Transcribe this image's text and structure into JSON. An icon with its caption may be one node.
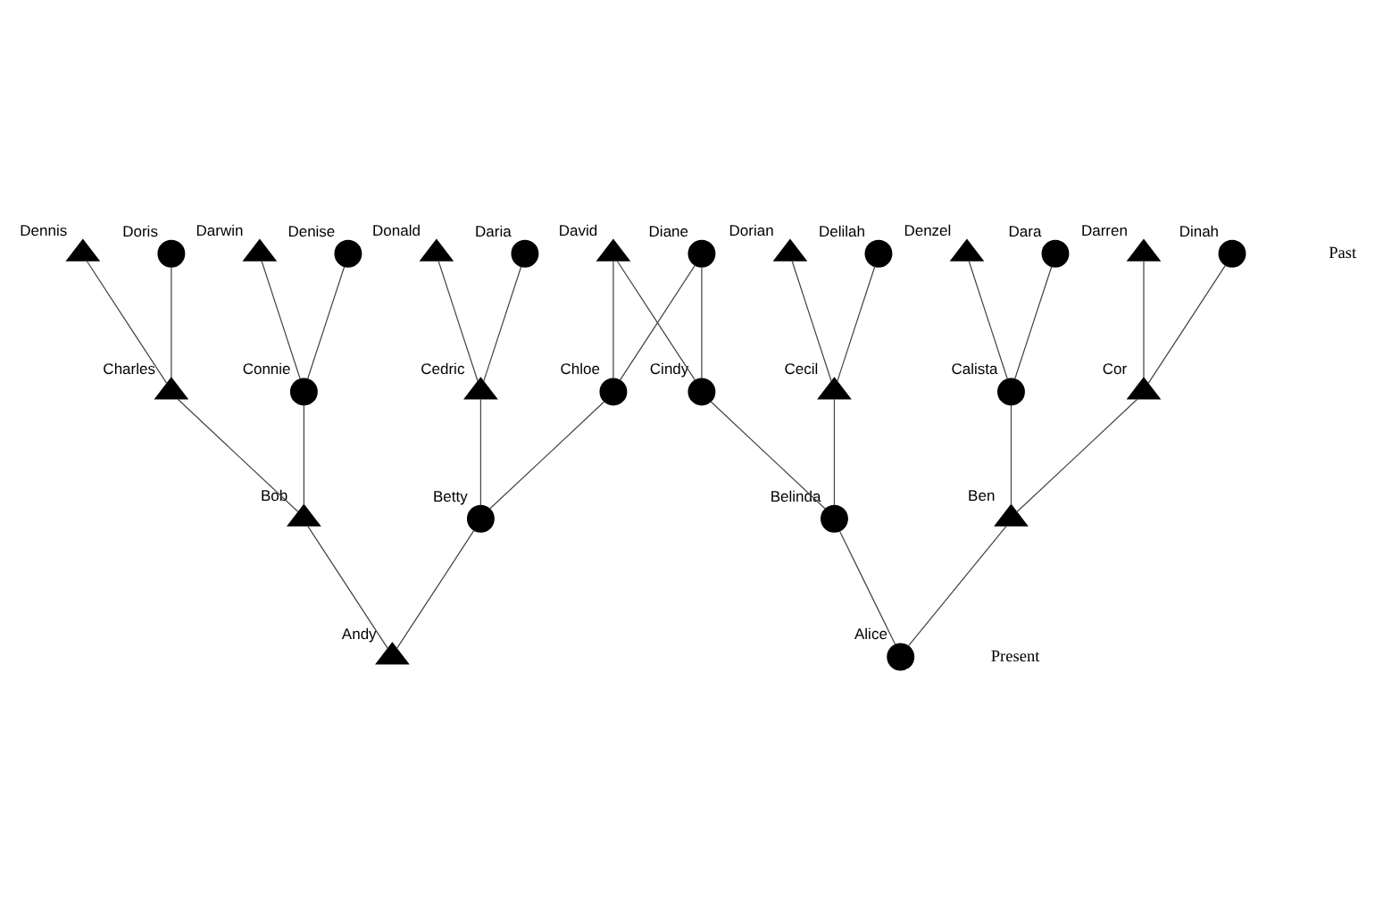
{
  "diagram": {
    "nodes": [
      {
        "text": [],
        "shape": "triangle",
        "beside": [
          "Dennis"
        ]
      },
      {
        "text": [],
        "shape": "circle",
        "beside": [
          "Doris"
        ]
      },
      {
        "text": [],
        "shape": "triangle",
        "beside": [
          "Darwin"
        ]
      },
      {
        "text": [],
        "shape": "circle",
        "beside": [
          "Denise"
        ]
      },
      {
        "text": [],
        "shape": "triangle",
        "beside": [
          "Donald"
        ]
      },
      {
        "text": [],
        "shape": "circle",
        "beside": [
          "Daria"
        ]
      },
      {
        "text": [],
        "shape": "triangle",
        "beside": [
          "David"
        ]
      },
      {
        "text": [],
        "shape": "circle",
        "beside": [
          "Diane"
        ]
      },
      {
        "text": [],
        "shape": "triangle",
        "beside": [
          "Dorian"
        ]
      },
      {
        "text": [],
        "shape": "circle",
        "beside": [
          "Delilah"
        ]
      },
      {
        "text": [],
        "shape": "triangle",
        "beside": [
          "Denzel"
        ]
      },
      {
        "text": [],
        "shape": "circle",
        "beside": [
          "Dara"
        ]
      },
      {
        "text": [],
        "shape": "triangle",
        "beside": [
          "Darren"
        ]
      },
      {
        "text": [],
        "shape": "circle",
        "beside": [
          "Dinah"
        ]
      },
      {
        "text": [],
        "shape": "triangle",
        "beside": [
          "Charles"
        ]
      },
      {
        "text": [],
        "shape": "circle",
        "beside": [
          "Connie"
        ]
      },
      {
        "text": [],
        "shape": "triangle",
        "beside": [
          "Cedric"
        ]
      },
      {
        "text": [],
        "shape": "circle",
        "beside": [
          "Chloe"
        ]
      },
      {
        "text": [],
        "shape": "circle",
        "beside": [
          "Cindy"
        ]
      },
      {
        "text": [],
        "shape": "triangle",
        "beside": [
          "Cecil"
        ]
      },
      {
        "text": [],
        "shape": "circle",
        "beside": [
          "Calista"
        ]
      },
      {
        "text": [],
        "shape": "triangle",
        "beside": [
          "Cor"
        ]
      },
      {
        "text": [],
        "shape": "triangle",
        "beside": [
          "Bob"
        ]
      },
      {
        "text": [],
        "shape": "circle",
        "beside": [
          "Betty"
        ]
      },
      {
        "text": [],
        "shape": "circle",
        "beside": [
          "Belinda"
        ]
      },
      {
        "text": [],
        "shape": "triangle",
        "beside": [
          "Ben"
        ]
      },
      {
        "text": [],
        "shape": "triangle",
        "beside": [
          "Andy"
        ]
      },
      {
        "text": [],
        "shape": "circle",
        "beside": [
          "Alice"
        ]
      }
    ],
    "edges": [
      {
        "from": 0,
        "to": 14,
        "arrow": "none"
      },
      {
        "from": 1,
        "to": 14,
        "arrow": "none"
      },
      {
        "from": 2,
        "to": 15,
        "arrow": "none"
      },
      {
        "from": 3,
        "to": 15,
        "arrow": "none"
      },
      {
        "from": 4,
        "to": 16,
        "arrow": "none"
      },
      {
        "from": 5,
        "to": 16,
        "arrow": "none"
      },
      {
        "from": 6,
        "to": 17,
        "arrow": "none"
      },
      {
        "from": 7,
        "to": 17,
        "arrow": "none"
      },
      {
        "from": 6,
        "to": 18,
        "arrow": "none"
      },
      {
        "from": 7,
        "to": 18,
        "arrow": "none"
      },
      {
        "from": 8,
        "to": 19,
        "arrow": "none"
      },
      {
        "from": 9,
        "to": 19,
        "arrow": "none"
      },
      {
        "from": 10,
        "to": 20,
        "arrow": "none"
      },
      {
        "from": 11,
        "to": 20,
        "arrow": "none"
      },
      {
        "from": 12,
        "to": 21,
        "arrow": "none"
      },
      {
        "from": 13,
        "to": 21,
        "arrow": "none"
      },
      {
        "from": 14,
        "to": 22,
        "arrow": "none"
      },
      {
        "from": 15,
        "to": 22,
        "arrow": "none"
      },
      {
        "from": 16,
        "to": 23,
        "arrow": "none"
      },
      {
        "from": 17,
        "to": 23,
        "arrow": "none"
      },
      {
        "from": 18,
        "to": 24,
        "arrow": "none"
      },
      {
        "from": 19,
        "to": 24,
        "arrow": "none"
      },
      {
        "from": 20,
        "to": 25,
        "arrow": "none"
      },
      {
        "from": 21,
        "to": 25,
        "arrow": "none"
      },
      {
        "from": 22,
        "to": 26,
        "arrow": "none"
      },
      {
        "from": 23,
        "to": 26,
        "arrow": "none"
      },
      {
        "from": 24,
        "to": 27,
        "arrow": "none"
      },
      {
        "from": 25,
        "to": 27,
        "arrow": "none"
      }
    ],
    "labels": [
      "Past",
      "Present"
    ]
  }
}
